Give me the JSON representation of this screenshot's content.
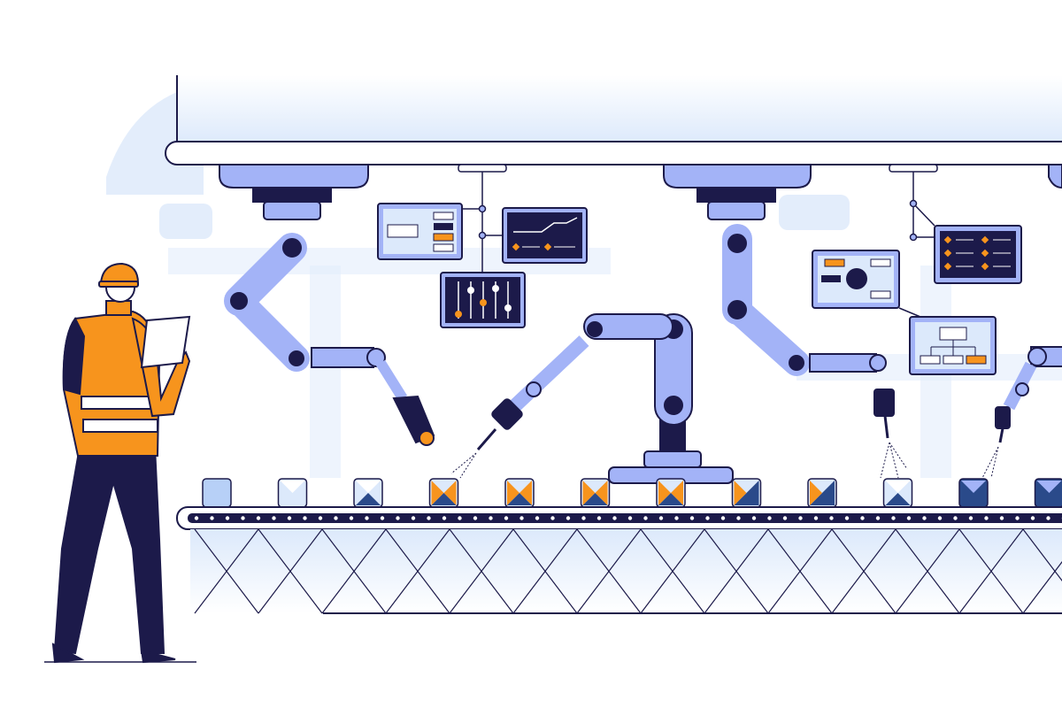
{
  "colors": {
    "navy": "#1c1a4a",
    "orange": "#f7941d",
    "robot_blue": "#a3b3f7",
    "light_blue": "#dce9fb",
    "pale_blue": "#eef4fd",
    "white": "#ffffff"
  },
  "scene": {
    "robot_arms": 4,
    "dashboard_screens": 6,
    "conveyor_boxes": 12
  }
}
